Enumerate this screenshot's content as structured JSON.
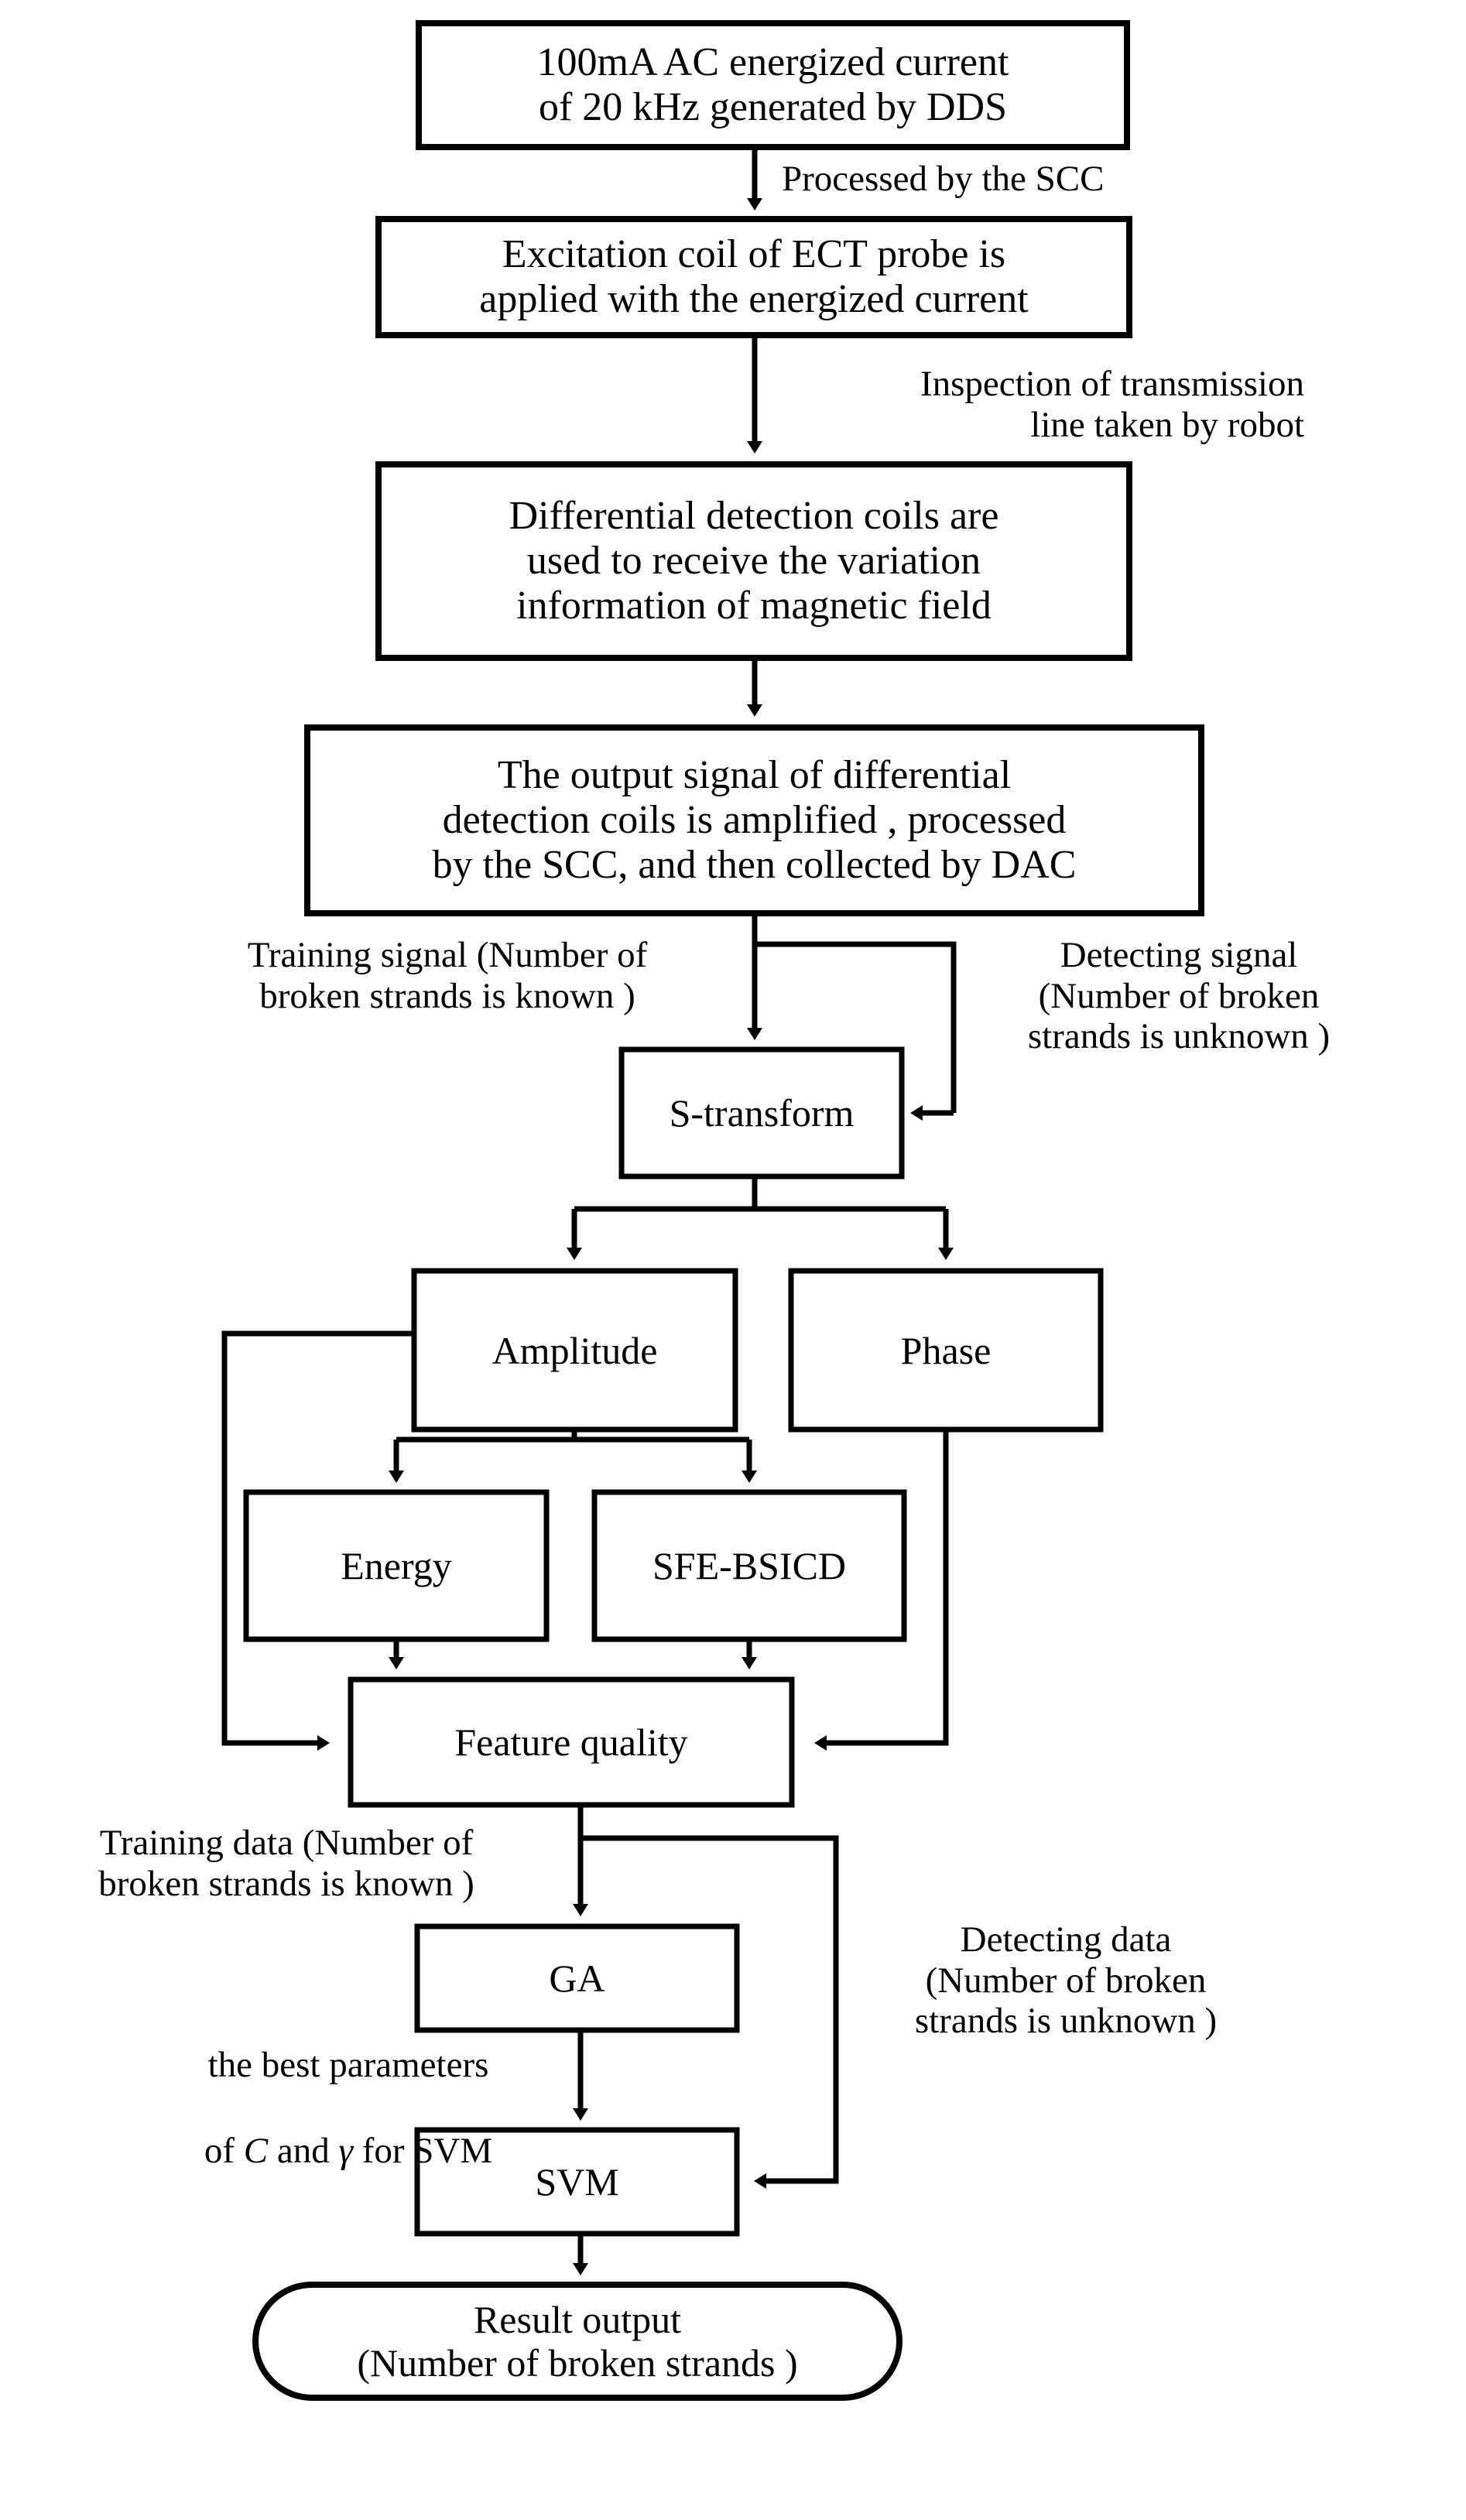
{
  "diagram": {
    "title_absent": true,
    "stroke_color": "#000000",
    "fill_color": "#ffffff",
    "nodes": [
      {
        "id": "dds",
        "shape": "rect",
        "label": "100mA AC energized current\nof 20 kHz generated by DDS"
      },
      {
        "id": "excitation",
        "shape": "rect",
        "label": "Excitation coil  of ECT probe is\napplied with  the energized  current"
      },
      {
        "id": "detcoils",
        "shape": "rect",
        "label": "Differential detection coils are\nused to receive the variation\ninformation of magnetic field"
      },
      {
        "id": "outsignal",
        "shape": "rect",
        "label": "The output signal of differential\ndetection coils  is amplified , processed\nby the SCC, and then collected by  DAC"
      },
      {
        "id": "stransform",
        "shape": "rect",
        "label": "S-transform"
      },
      {
        "id": "amplitude",
        "shape": "rect",
        "label": "Amplitude"
      },
      {
        "id": "phase",
        "shape": "rect",
        "label": "Phase"
      },
      {
        "id": "energy",
        "shape": "rect",
        "label": "Energy"
      },
      {
        "id": "sfebsicd",
        "shape": "rect",
        "label": "SFE-BSICD"
      },
      {
        "id": "featqual",
        "shape": "rect",
        "label": "Feature quality"
      },
      {
        "id": "ga",
        "shape": "rect",
        "label": "GA"
      },
      {
        "id": "svm",
        "shape": "rect",
        "label": "SVM"
      },
      {
        "id": "result",
        "shape": "stadium",
        "label": "Result output\n(Number of broken strands )"
      }
    ],
    "edge_labels": [
      {
        "id": "e1",
        "text": "Processed by  the  SCC"
      },
      {
        "id": "e2",
        "text": "Inspection of transmission\nline taken by robot"
      },
      {
        "id": "e3",
        "text": "Training signal  (Number of\nbroken strands is known )"
      },
      {
        "id": "e4",
        "text": "Detecting signal\n(Number of broken\nstrands is unknown )"
      },
      {
        "id": "e5",
        "text": "Training data (Number of\nbroken strands is known )"
      },
      {
        "id": "e6",
        "text": "Detecting data\n(Number of broken\nstrands is unknown )"
      },
      {
        "id": "e7a",
        "text": "the best parameters"
      },
      {
        "id": "e7b_pre",
        "text": "of "
      },
      {
        "id": "e7b_c",
        "text": "C"
      },
      {
        "id": "e7b_mid",
        "text": " and "
      },
      {
        "id": "e7b_g",
        "text": "γ"
      },
      {
        "id": "e7b_post",
        "text": " for  SVM"
      }
    ]
  }
}
